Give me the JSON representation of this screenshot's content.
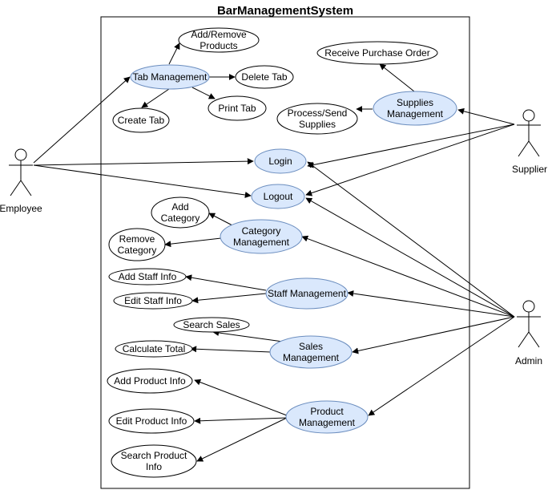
{
  "diagram": {
    "system_title": "BarManagementSystem",
    "actors": {
      "employee": "Employee",
      "supplier": "Supplier",
      "admin": "Admin"
    },
    "usecases": {
      "add_remove_products": [
        "Add/Remove",
        "Products"
      ],
      "tab_management": [
        "Tab Management"
      ],
      "delete_tab": [
        "Delete Tab"
      ],
      "create_tab": [
        "Create Tab"
      ],
      "print_tab": [
        "Print Tab"
      ],
      "receive_purchase_order": [
        "Receive Purchase Order"
      ],
      "supplies_management": [
        "Supplies",
        "Management"
      ],
      "process_send_supplies": [
        "Process/Send",
        "Supplies"
      ],
      "login": [
        "Login"
      ],
      "logout": [
        "Logout"
      ],
      "add_category": [
        "Add",
        "Category"
      ],
      "category_management": [
        "Category",
        "Management"
      ],
      "remove_category": [
        "Remove",
        "Category"
      ],
      "add_staff_info": [
        "Add Staff Info"
      ],
      "staff_management": [
        "Staff Management"
      ],
      "edit_staff_info": [
        "Edit Staff Info"
      ],
      "search_sales": [
        "Search Sales"
      ],
      "sales_management": [
        "Sales",
        "Management"
      ],
      "calculate_total": [
        "Calculate Total"
      ],
      "add_product_info": [
        "Add Product Info"
      ],
      "product_management": [
        "Product",
        "Management"
      ],
      "edit_product_info": [
        "Edit Product Info"
      ],
      "search_product_info": [
        "Search Product",
        "Info"
      ]
    },
    "colors": {
      "primary_fill": "#dae8fc",
      "primary_stroke": "#6c8ebf",
      "secondary_fill": "#ffffff",
      "line": "#000000"
    }
  }
}
